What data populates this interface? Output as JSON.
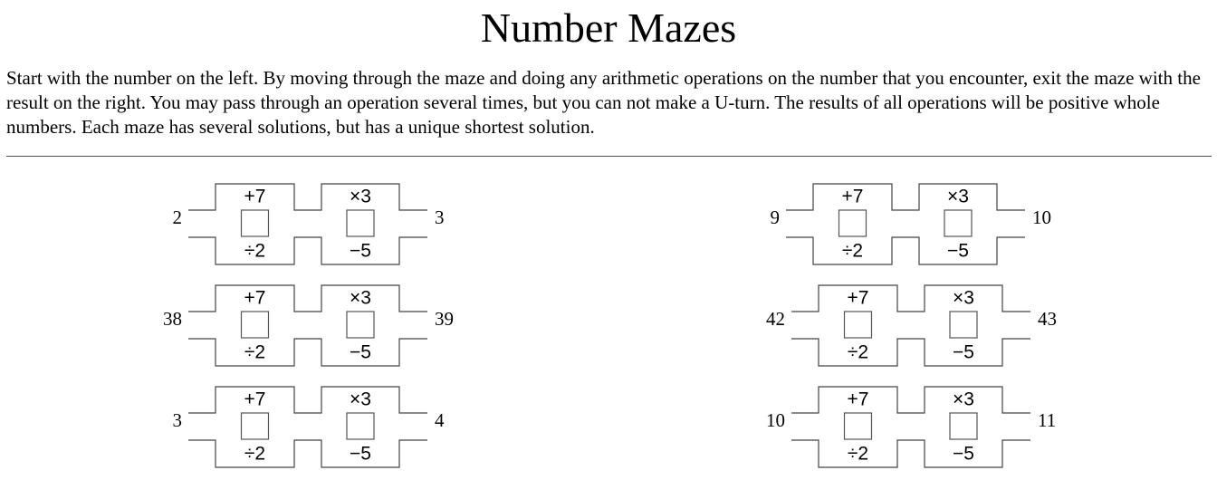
{
  "page": {
    "title": "Number Mazes",
    "instructions": "Start with the number on the left. By moving through the maze and doing any arithmetic operations on the number that you encounter, exit the maze with the result on the right. You may pass through an operation several times, but you can not make a U-turn. The results of all operations will be positive whole numbers. Each maze has several solutions, but has a unique shortest solution."
  },
  "operations": {
    "cell1_top": "+7",
    "cell1_bottom": "÷2",
    "cell2_top": "×3",
    "cell2_bottom": "−5"
  },
  "mazes": [
    {
      "start": "2",
      "end": "3"
    },
    {
      "start": "9",
      "end": "10"
    },
    {
      "start": "38",
      "end": "39"
    },
    {
      "start": "42",
      "end": "43"
    },
    {
      "start": "3",
      "end": "4"
    },
    {
      "start": "10",
      "end": "11"
    }
  ]
}
